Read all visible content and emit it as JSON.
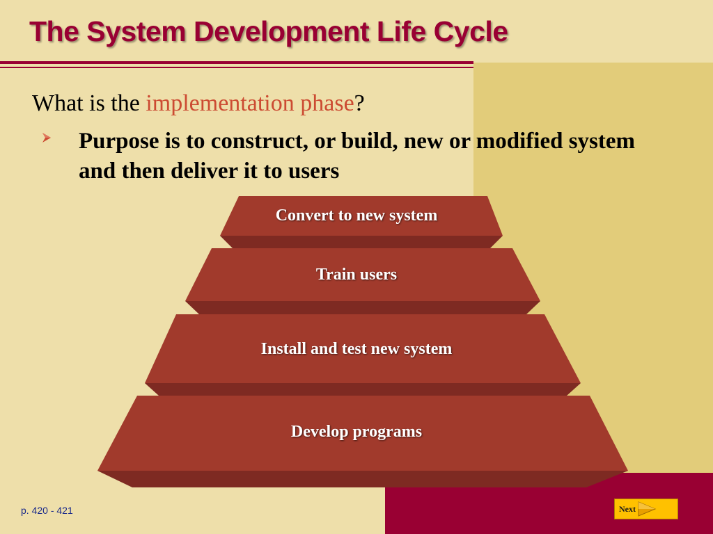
{
  "slide": {
    "title": "The System Development Life Cycle",
    "question_prefix": "What is the ",
    "question_highlight": "implementation phase",
    "question_suffix": "?",
    "bullet_icon": "arrow-bullet-icon",
    "bullet_text": "Purpose is to construct, or build, new or modified system and then deliver it to users"
  },
  "pyramid": {
    "tiers": [
      {
        "label": "Convert to new system"
      },
      {
        "label": "Train users"
      },
      {
        "label": "Install and test new system"
      },
      {
        "label": "Develop programs"
      }
    ]
  },
  "footer": {
    "page_ref": "p. 420 - 421",
    "next_label": "Next",
    "next_icon": "play-arrow-icon"
  },
  "colors": {
    "background": "#eedfaa",
    "accent_panel": "#e2cc7a",
    "brand": "#990033",
    "highlight": "#cc4b32",
    "tier_top": "#a13a2c",
    "tier_side": "#7e2a22",
    "next_button": "#ffc100"
  }
}
